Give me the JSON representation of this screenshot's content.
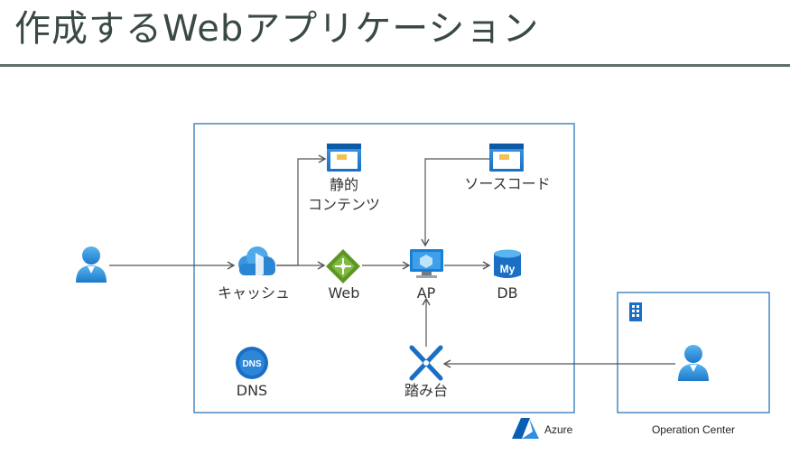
{
  "slide": {
    "title": "作成するWebアプリケーション"
  },
  "diagram": {
    "nodes": {
      "static_content_line1": "静的",
      "static_content_line2": "コンテンツ",
      "source_code": "ソースコード",
      "cache": "キャッシュ",
      "web": "Web",
      "ap": "AP",
      "db": "DB",
      "dns": "DNS",
      "dns_badge": "DNS",
      "jump_host": "踏み台",
      "mysql_badge": "My"
    },
    "regions": {
      "azure": "Azure",
      "operation_center": "Operation Center"
    }
  },
  "colors": {
    "title": "#3a4a42",
    "rule": "#5f6f66",
    "box_border": "#2e75b6",
    "connector": "#555555",
    "icon_blue": "#0078d4",
    "icon_light_blue": "#50a9e8",
    "web_green": "#5e9624"
  }
}
